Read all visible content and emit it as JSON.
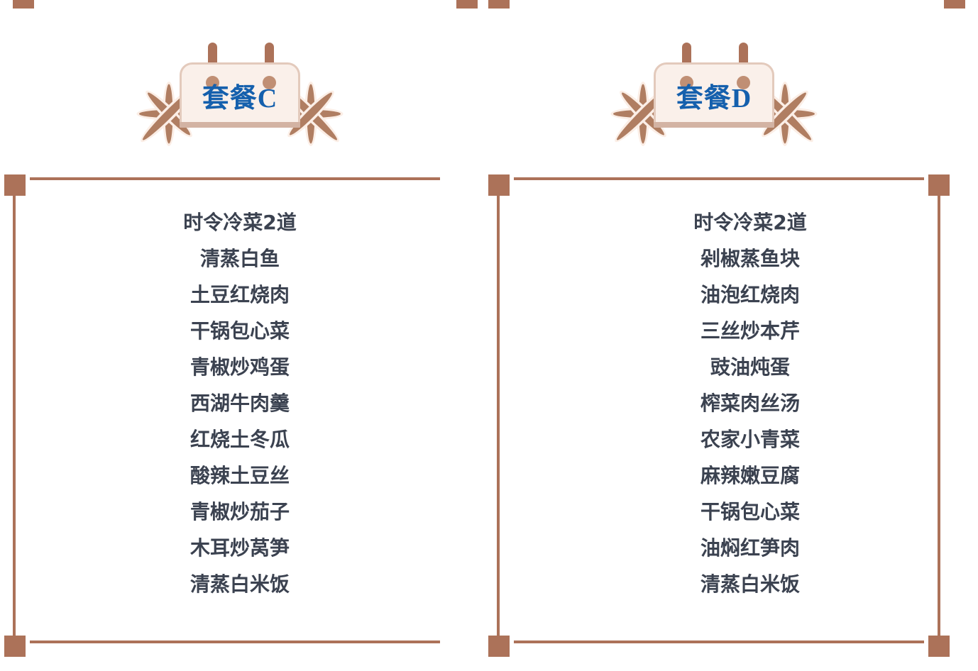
{
  "theme": {
    "accent_brown": "#ac7259",
    "badge_fill": "#faf0ea",
    "badge_border": "#e3cabc",
    "title_blue": "#1560ad",
    "dish_text": "#3b4250",
    "background": "#ffffff"
  },
  "menus": [
    {
      "id": "set-c",
      "title": "套餐C",
      "dishes": [
        "时令冷菜2道",
        "清蒸白鱼",
        "土豆红烧肉",
        "干锅包心菜",
        "青椒炒鸡蛋",
        "西湖牛肉羹",
        "红烧土冬瓜",
        "酸辣土豆丝",
        "青椒炒茄子",
        "木耳炒莴笋",
        "清蒸白米饭"
      ]
    },
    {
      "id": "set-d",
      "title": "套餐D",
      "dishes": [
        "时令冷菜2道",
        "剁椒蒸鱼块",
        "油泡红烧肉",
        "三丝炒本芹",
        "豉油炖蛋",
        "榨菜肉丝汤",
        "农家小青菜",
        "麻辣嫩豆腐",
        "干锅包心菜",
        "油焖红笋肉",
        "清蒸白米饭"
      ]
    }
  ]
}
